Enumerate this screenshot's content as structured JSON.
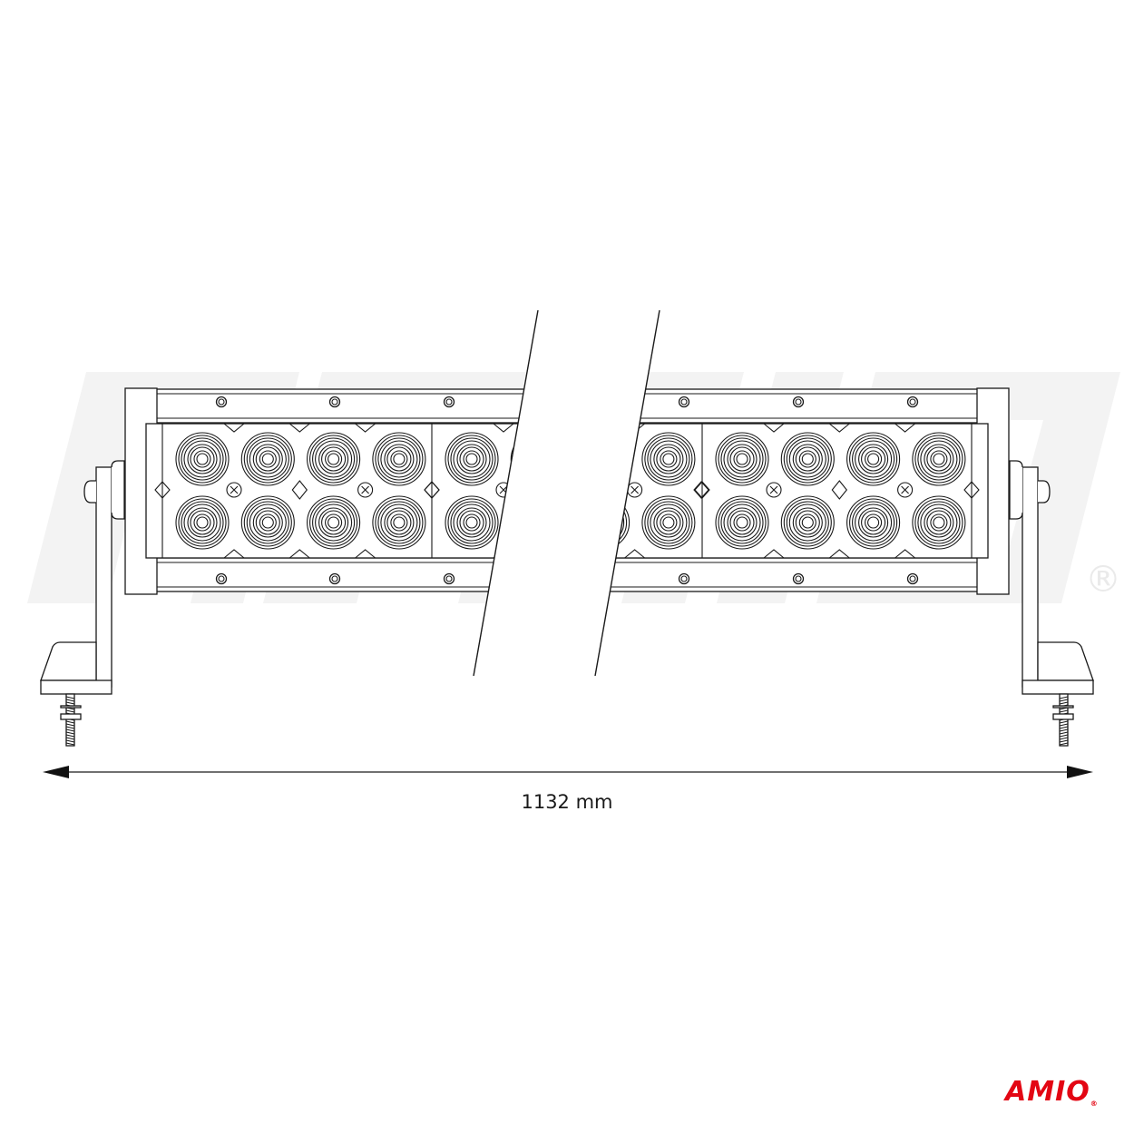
{
  "dimension": {
    "value": "1132 mm"
  },
  "brand": {
    "logo": "AMIO",
    "registered": "®",
    "color": "#e30613"
  },
  "watermark": {
    "text": "AMIO",
    "registered": "®"
  },
  "diagram": {
    "leds_per_module": 8,
    "visible_modules": 3,
    "line_color": "#1a1a1a"
  }
}
